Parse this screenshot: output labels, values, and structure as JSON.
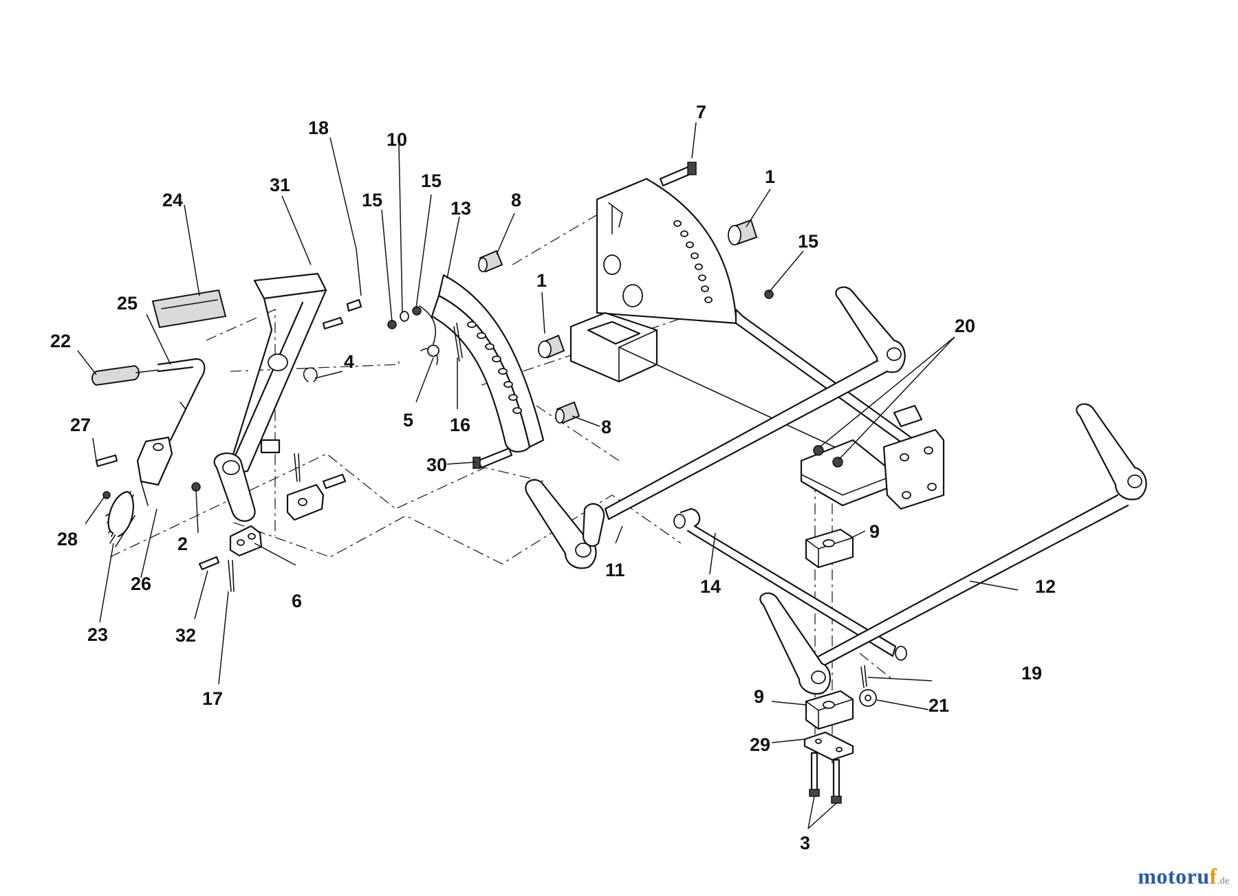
{
  "callouts": [
    {
      "id": "c1a",
      "text": "1"
    },
    {
      "id": "c1b",
      "text": "1"
    },
    {
      "id": "c2",
      "text": "2"
    },
    {
      "id": "c3",
      "text": "3"
    },
    {
      "id": "c4",
      "text": "4"
    },
    {
      "id": "c5",
      "text": "5"
    },
    {
      "id": "c6",
      "text": "6"
    },
    {
      "id": "c7",
      "text": "7"
    },
    {
      "id": "c8a",
      "text": "8"
    },
    {
      "id": "c8b",
      "text": "8"
    },
    {
      "id": "c9a",
      "text": "9"
    },
    {
      "id": "c9b",
      "text": "9"
    },
    {
      "id": "c10",
      "text": "10"
    },
    {
      "id": "c11",
      "text": "11"
    },
    {
      "id": "c12",
      "text": "12"
    },
    {
      "id": "c13",
      "text": "13"
    },
    {
      "id": "c14",
      "text": "14"
    },
    {
      "id": "c15a",
      "text": "15"
    },
    {
      "id": "c15b",
      "text": "15"
    },
    {
      "id": "c15c",
      "text": "15"
    },
    {
      "id": "c16",
      "text": "16"
    },
    {
      "id": "c17",
      "text": "17"
    },
    {
      "id": "c18",
      "text": "18"
    },
    {
      "id": "c19",
      "text": "19"
    },
    {
      "id": "c20",
      "text": "20"
    },
    {
      "id": "c21",
      "text": "21"
    },
    {
      "id": "c22",
      "text": "22"
    },
    {
      "id": "c23",
      "text": "23"
    },
    {
      "id": "c24",
      "text": "24"
    },
    {
      "id": "c25",
      "text": "25"
    },
    {
      "id": "c26",
      "text": "26"
    },
    {
      "id": "c27",
      "text": "27"
    },
    {
      "id": "c28",
      "text": "28"
    },
    {
      "id": "c29",
      "text": "29"
    },
    {
      "id": "c30",
      "text": "30"
    },
    {
      "id": "c31",
      "text": "31"
    },
    {
      "id": "c32",
      "text": "32"
    }
  ],
  "watermark": {
    "letters": [
      {
        "ch": "m",
        "color": "#2a5aa8"
      },
      {
        "ch": "o",
        "color": "#2a5aa8"
      },
      {
        "ch": "t",
        "color": "#2a5aa8"
      },
      {
        "ch": "o",
        "color": "#2a5aa8"
      },
      {
        "ch": "r",
        "color": "#2a5aa8"
      },
      {
        "ch": "u",
        "color": "#2a5aa8"
      },
      {
        "ch": "f",
        "color": "#d69a1c"
      }
    ],
    "tld": ".de"
  }
}
